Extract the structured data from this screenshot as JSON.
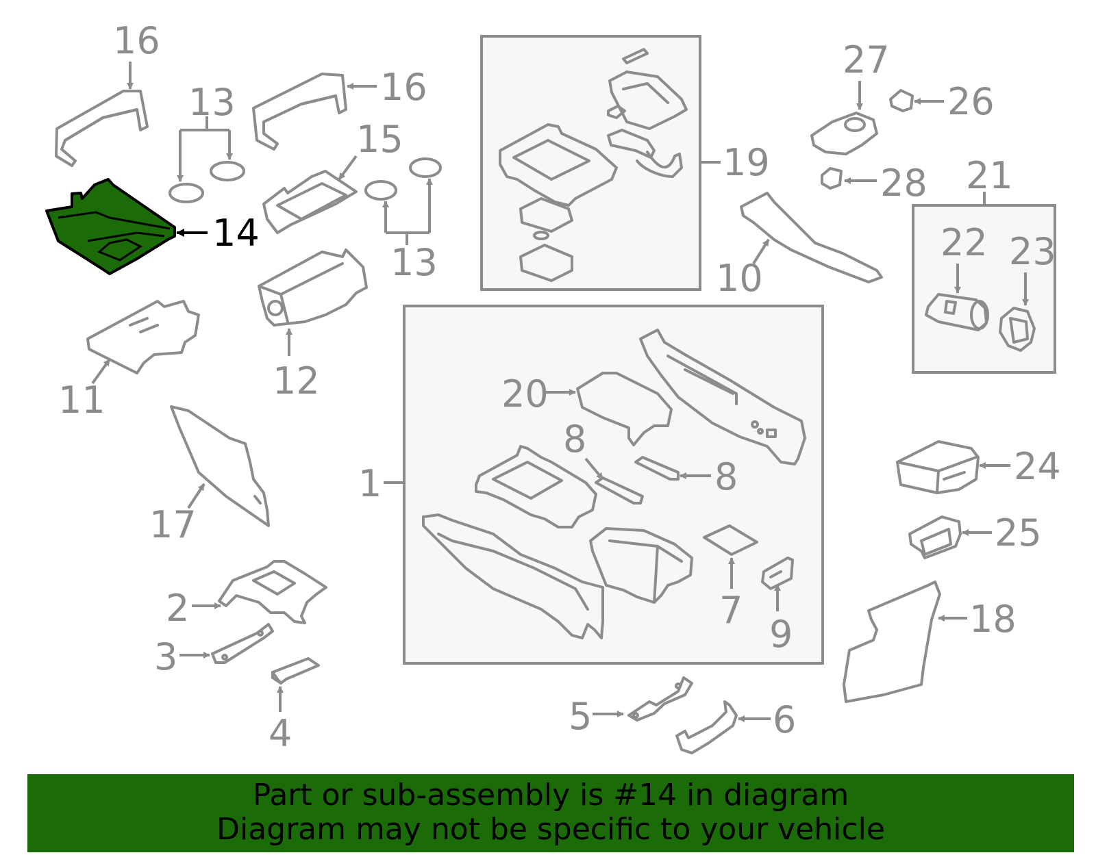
{
  "banner": {
    "line1": "Part or sub-assembly is #14 in diagram",
    "line2": "Diagram may not be specific to your vehicle",
    "color": "#1b6b08"
  },
  "highlighted_part": "14",
  "colors": {
    "label": "#8c8c8c",
    "line": "#8c8c8c",
    "highlight_fill": "#1b6b08",
    "box_fill": "#f7f7f7"
  },
  "labels": {
    "p1": "1",
    "p2": "2",
    "p3": "3",
    "p4": "4",
    "p5": "5",
    "p6": "6",
    "p7": "7",
    "p8a": "8",
    "p8b": "8",
    "p9": "9",
    "p10": "10",
    "p11": "11",
    "p12": "12",
    "p13a": "13",
    "p13b": "13",
    "p14": "14",
    "p15": "15",
    "p16a": "16",
    "p16b": "16",
    "p17": "17",
    "p18": "18",
    "p19": "19",
    "p20": "20",
    "p21": "21",
    "p22": "22",
    "p23": "23",
    "p24": "24",
    "p25": "25",
    "p26": "26",
    "p27": "27",
    "p28": "28"
  }
}
